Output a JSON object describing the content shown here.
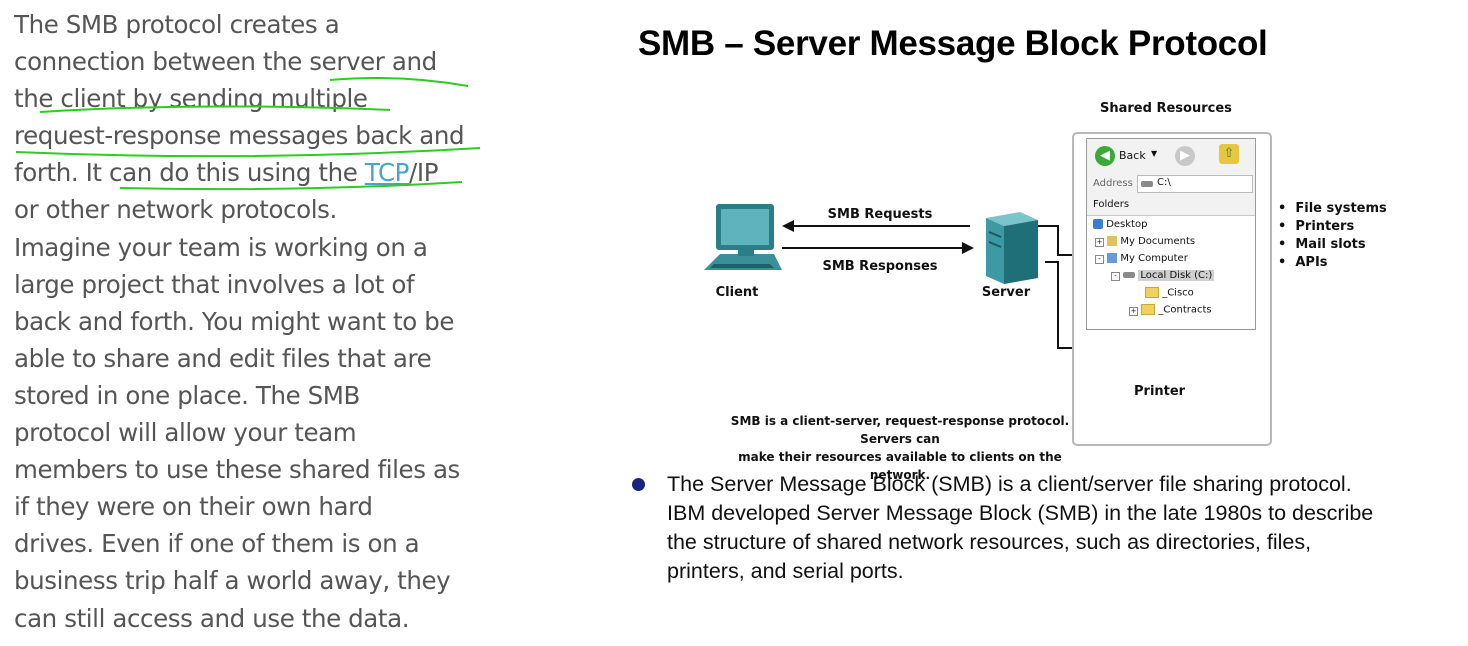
{
  "notes": {
    "lines": [
      "The SMB protocol creates a",
      "connection between the server and",
      "the client by sending multiple",
      "request-response messages back and",
      "forth. It can do this using the ",
      "or other network protocols.",
      "Imagine your team is working on a",
      "large project that involves a lot of",
      "back and forth. You might want to be",
      "able to share and edit files that are",
      "stored in one place. The SMB",
      "protocol will allow your team",
      "members to use these shared files as",
      "if they were on their own hard",
      "drives. Even if one of them is on a",
      "business trip half a world away, they",
      "can still access and use the data."
    ],
    "link_text": "TCP",
    "after_link": "/IP",
    "annotation_color": "#2ecc1f"
  },
  "slide": {
    "title": "SMB – Server Message Block Protocol",
    "diagram": {
      "shared_resources_label": "Shared Resources",
      "requests_label": "SMB Requests",
      "responses_label": "SMB Responses",
      "client_label": "Client",
      "server_label": "Server",
      "printer_label": "Printer",
      "explorer": {
        "back_label": "Back",
        "address_label": "Address",
        "address_value": "C:\\",
        "folders_label": "Folders",
        "tree": [
          "Desktop",
          "My Documents",
          "My Computer",
          "Local Disk (C:)",
          "_Cisco",
          "_Contracts"
        ]
      },
      "resources": [
        "File systems",
        "Printers",
        "Mail slots",
        "APIs"
      ],
      "caption_lines": [
        "SMB is a client-server, request-response protocol. Servers can",
        "make their resources available to clients on the network."
      ]
    },
    "bullet_lines": [
      "The Server Message Block (SMB) is a client/server file sharing protocol.",
      "IBM developed Server Message Block (SMB) in the late 1980s to describe",
      "the structure of shared network resources, such as directories, files,",
      "printers, and serial ports."
    ],
    "bullet_color": "#1a237e"
  }
}
